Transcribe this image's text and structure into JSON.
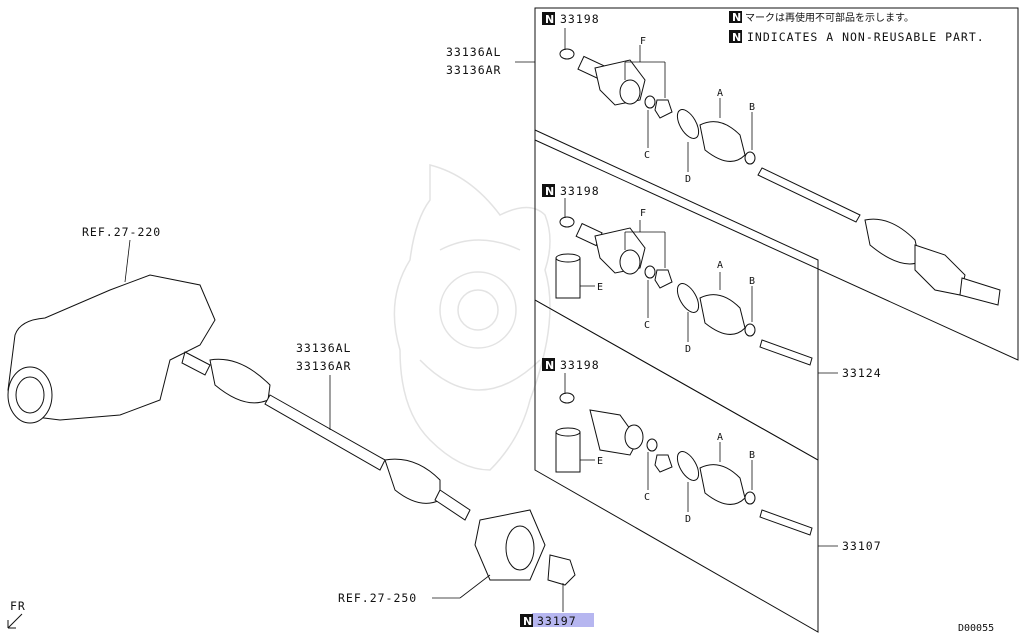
{
  "notes": {
    "jp": "マークは再使用不可部品を示します。",
    "en": "INDICATES A NON-REUSABLE PART.",
    "n_symbol": "N"
  },
  "labels": {
    "shaft_upper_l": "33136AL",
    "shaft_upper_r": "33136AR",
    "shaft_lower_l": "33136AL",
    "shaft_lower_r": "33136AR",
    "ref_trans": "REF.27-220",
    "ref_hub": "REF.27-250",
    "clip_1": "33198",
    "clip_2": "33198",
    "clip_3": "33198",
    "kit_1": "33124",
    "kit_2": "33107",
    "nut": "33197",
    "fr": "FR",
    "diagram_id": "D00055"
  },
  "letters": {
    "a": "A",
    "b": "B",
    "c": "C",
    "d": "D",
    "e": "E",
    "f": "F"
  },
  "highlight_color": "#b6b6f0",
  "icons": [
    "non-reusable-n-icon",
    "front-arrow-icon"
  ]
}
